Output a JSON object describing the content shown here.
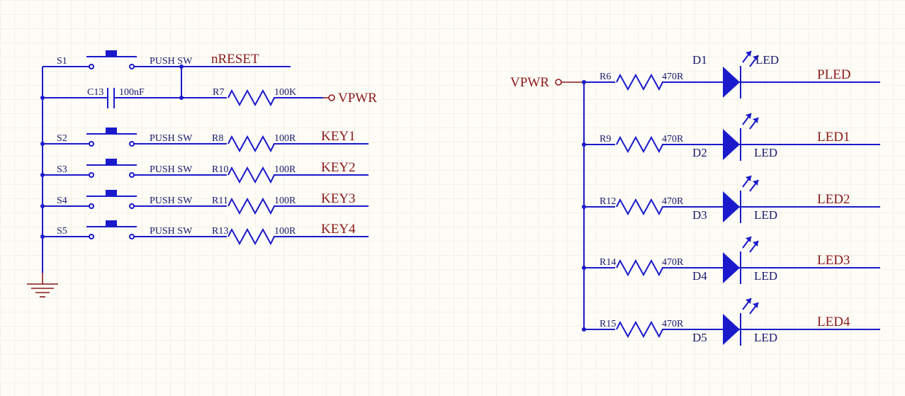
{
  "switches": [
    {
      "ref": "S1",
      "type": "PUSH SW"
    },
    {
      "ref": "S2",
      "type": "PUSH SW"
    },
    {
      "ref": "S3",
      "type": "PUSH SW"
    },
    {
      "ref": "S4",
      "type": "PUSH SW"
    },
    {
      "ref": "S5",
      "type": "PUSH SW"
    }
  ],
  "capacitor": {
    "ref": "C13",
    "value": "100nF"
  },
  "reset_net": "nRESET",
  "pullup": {
    "ref": "R7",
    "value": "100K"
  },
  "key_resistors": [
    {
      "ref": "R8",
      "value": "100R",
      "net": "KEY1"
    },
    {
      "ref": "R10",
      "value": "100R",
      "net": "KEY2"
    },
    {
      "ref": "R11",
      "value": "100R",
      "net": "KEY3"
    },
    {
      "ref": "R13",
      "value": "100R",
      "net": "KEY4"
    }
  ],
  "vpwr_label": "VPWR",
  "led_rows": [
    {
      "res_ref": "R6",
      "res_value": "470R",
      "diode": "D1",
      "type": "LED",
      "net": "PLED"
    },
    {
      "res_ref": "R9",
      "res_value": "470R",
      "diode": "D2",
      "type": "LED",
      "net": "LED1"
    },
    {
      "res_ref": "R12",
      "res_value": "470R",
      "diode": "D3",
      "type": "LED",
      "net": "LED2"
    },
    {
      "res_ref": "R14",
      "res_value": "470R",
      "diode": "D4",
      "type": "LED",
      "net": "LED3"
    },
    {
      "res_ref": "R15",
      "res_value": "470R",
      "diode": "D5",
      "type": "LED",
      "net": "LED4"
    }
  ],
  "colors": {
    "wire": "#1a1acc",
    "net_label": "#8b1a1a",
    "part_label": "#1a1a6e",
    "grid": "#ece6d8",
    "background": "#fdfcf6"
  }
}
